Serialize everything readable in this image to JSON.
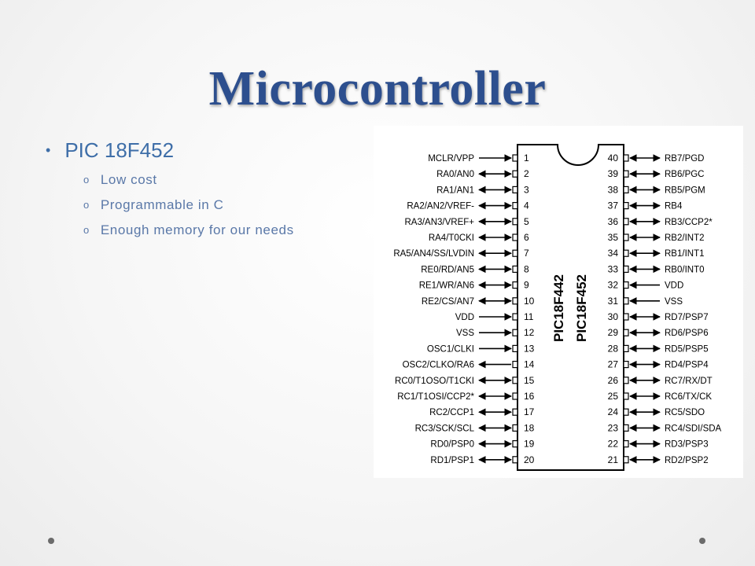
{
  "slide": {
    "title": "Microcontroller",
    "bullets": [
      {
        "text": "PIC 18F452",
        "subitems": [
          "Low cost",
          "Programmable in C",
          "Enough memory for our needs"
        ]
      }
    ]
  },
  "symbols": {
    "bullet": "•",
    "sub_bullet": "o"
  },
  "chip": {
    "names": [
      "PIC18F442",
      "PIC18F452"
    ],
    "left_pins": [
      {
        "num": "1",
        "label": "MCLR/VPP",
        "dir": "in"
      },
      {
        "num": "2",
        "label": "RA0/AN0",
        "dir": "both"
      },
      {
        "num": "3",
        "label": "RA1/AN1",
        "dir": "both"
      },
      {
        "num": "4",
        "label": "RA2/AN2/VREF-",
        "dir": "both"
      },
      {
        "num": "5",
        "label": "RA3/AN3/VREF+",
        "dir": "both"
      },
      {
        "num": "6",
        "label": "RA4/T0CKI",
        "dir": "both"
      },
      {
        "num": "7",
        "label": "RA5/AN4/SS/LVDIN",
        "dir": "both"
      },
      {
        "num": "8",
        "label": "RE0/RD/AN5",
        "dir": "both"
      },
      {
        "num": "9",
        "label": "RE1/WR/AN6",
        "dir": "both"
      },
      {
        "num": "10",
        "label": "RE2/CS/AN7",
        "dir": "both"
      },
      {
        "num": "11",
        "label": "VDD",
        "dir": "in"
      },
      {
        "num": "12",
        "label": "VSS",
        "dir": "in"
      },
      {
        "num": "13",
        "label": "OSC1/CLKI",
        "dir": "in"
      },
      {
        "num": "14",
        "label": "OSC2/CLKO/RA6",
        "dir": "out"
      },
      {
        "num": "15",
        "label": "RC0/T1OSO/T1CKI",
        "dir": "both"
      },
      {
        "num": "16",
        "label": "RC1/T1OSI/CCP2*",
        "dir": "both"
      },
      {
        "num": "17",
        "label": "RC2/CCP1",
        "dir": "both"
      },
      {
        "num": "18",
        "label": "RC3/SCK/SCL",
        "dir": "both"
      },
      {
        "num": "19",
        "label": "RD0/PSP0",
        "dir": "both"
      },
      {
        "num": "20",
        "label": "RD1/PSP1",
        "dir": "both"
      }
    ],
    "right_pins": [
      {
        "num": "40",
        "label": "RB7/PGD",
        "dir": "both"
      },
      {
        "num": "39",
        "label": "RB6/PGC",
        "dir": "both"
      },
      {
        "num": "38",
        "label": "RB5/PGM",
        "dir": "both"
      },
      {
        "num": "37",
        "label": "RB4",
        "dir": "both"
      },
      {
        "num": "36",
        "label": "RB3/CCP2*",
        "dir": "both"
      },
      {
        "num": "35",
        "label": "RB2/INT2",
        "dir": "both"
      },
      {
        "num": "34",
        "label": "RB1/INT1",
        "dir": "both"
      },
      {
        "num": "33",
        "label": "RB0/INT0",
        "dir": "both"
      },
      {
        "num": "32",
        "label": "VDD",
        "dir": "in"
      },
      {
        "num": "31",
        "label": "VSS",
        "dir": "in"
      },
      {
        "num": "30",
        "label": "RD7/PSP7",
        "dir": "both"
      },
      {
        "num": "29",
        "label": "RD6/PSP6",
        "dir": "both"
      },
      {
        "num": "28",
        "label": "RD5/PSP5",
        "dir": "both"
      },
      {
        "num": "27",
        "label": "RD4/PSP4",
        "dir": "both"
      },
      {
        "num": "26",
        "label": "RC7/RX/DT",
        "dir": "both"
      },
      {
        "num": "25",
        "label": "RC6/TX/CK",
        "dir": "both"
      },
      {
        "num": "24",
        "label": "RC5/SDO",
        "dir": "both"
      },
      {
        "num": "23",
        "label": "RC4/SDI/SDA",
        "dir": "both"
      },
      {
        "num": "22",
        "label": "RD3/PSP3",
        "dir": "both"
      },
      {
        "num": "21",
        "label": "RD2/PSP2",
        "dir": "both"
      }
    ]
  },
  "colors": {
    "title": "#2d4f8e",
    "bullet": "#3e6ea8",
    "subtext": "#5a78a8",
    "chip_line": "#000000"
  }
}
